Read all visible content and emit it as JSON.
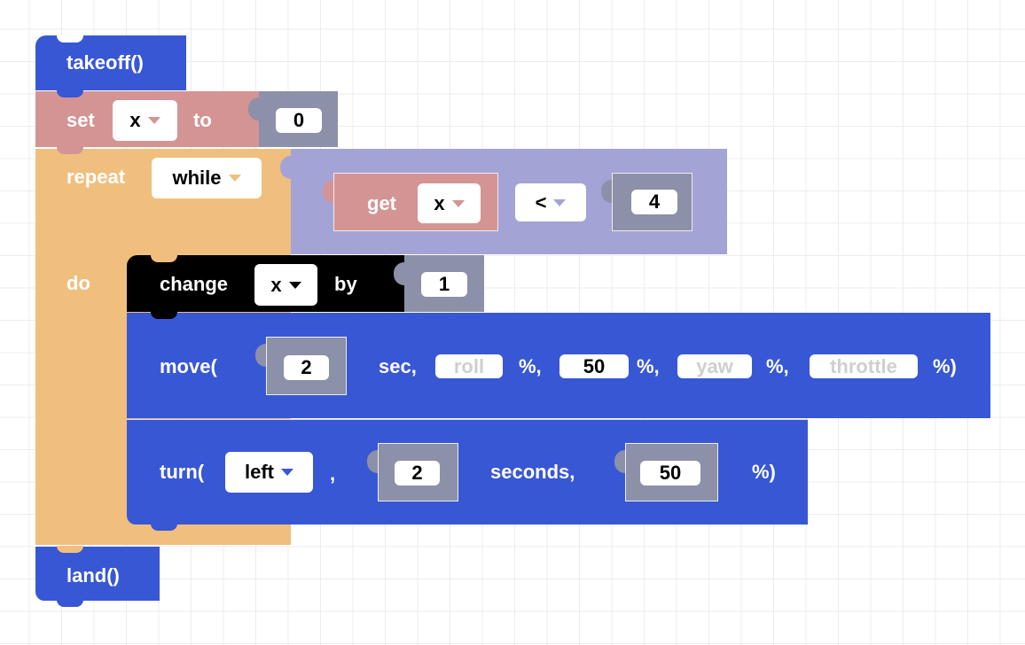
{
  "blocks": {
    "takeoff": {
      "label": "takeoff()"
    },
    "set": {
      "label": "set",
      "var": "x",
      "to": "to",
      "value": "0"
    },
    "repeat": {
      "label": "repeat",
      "mode": "while",
      "do": "do"
    },
    "condition": {
      "get": "get",
      "var": "x",
      "op": "<",
      "value": "4"
    },
    "change": {
      "label": "change",
      "var": "x",
      "by": "by",
      "value": "1"
    },
    "move": {
      "label": "move(",
      "time": "2",
      "sec": "sec,",
      "roll": "roll",
      "pct1": "%,",
      "pitch": "50",
      "pct2": "%,",
      "yaw": "yaw",
      "pct3": "%,",
      "throttle": "throttle",
      "end": "%)"
    },
    "turn": {
      "label": "turn(",
      "dir": "left",
      "comma": ",",
      "time": "2",
      "seconds": "seconds,",
      "power": "50",
      "end": "%)"
    },
    "land": {
      "label": "land()"
    }
  },
  "colors": {
    "motion": "#3857d4",
    "variable": "#d49494",
    "value": "#8c90a8",
    "loop": "#f0bf7e",
    "logic": "#a3a3d6"
  }
}
